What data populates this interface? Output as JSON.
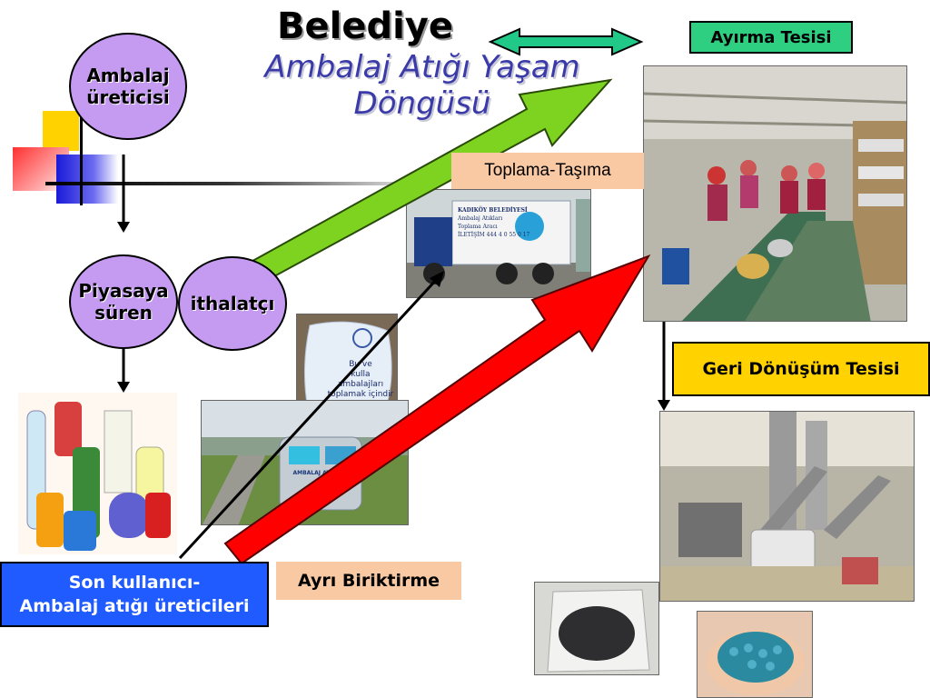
{
  "title": "Belediye",
  "subtitle_line1": "Ambalaj Atığı Yaşam",
  "subtitle_line2": "Döngüsü",
  "nodes": {
    "ambalaj_line1": "Ambalaj",
    "ambalaj_line2": "üreticisi",
    "piyasaya_line1": "Piyasaya",
    "piyasaya_line2": "süren",
    "ithalatci": "ithalatçı"
  },
  "labels": {
    "ayirma": "Ayırma Tesisi",
    "toplama": "Toplama-Taşıma",
    "geri_donusum": "Geri Dönüşüm Tesisi",
    "ayri_biriktirme": "Ayrı Biriktirme",
    "son_kullanici_line1": "Son kullanıcı-",
    "son_kullanici_line2": "Ambalaj atığı üreticileri"
  },
  "truck_text": {
    "line1": "KADIKÖY BELEDİYESİ",
    "line2": "Ambalaj Atıkları",
    "line3": "Toplama Aracı",
    "line4": "İLETİŞİM 444 4 0 55 0 17"
  },
  "bag_text": {
    "line1": "Bu ve",
    "line2": "kulla",
    "line3": "ambalajları",
    "line4": "toplamak içindir"
  },
  "bin_text": "AMBALAJ ATIKLARI",
  "colors": {
    "circle_fill": "#c59bf2",
    "ayirma_fill": "#2ecf80",
    "toplama_fill": "#f8c9a3",
    "geri_fill": "#ffd200",
    "ayri_fill": "#f8c9a3",
    "son_fill": "#1f5bff",
    "red_arrow": "#ff0000",
    "green_arrow": "#7ed321",
    "teal_arrow": "#20c987"
  }
}
